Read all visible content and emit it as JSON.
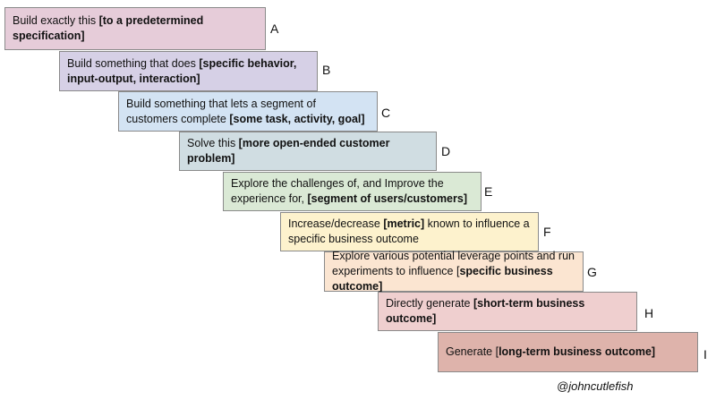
{
  "steps": [
    {
      "letter": "A",
      "color": "#e6ccd9",
      "text": "Build exactly this ",
      "bold": "[to a predetermined specification]",
      "after": ""
    },
    {
      "letter": "B",
      "color": "#d6d0e6",
      "text": "Build something that does ",
      "bold": "[specific behavior, input-output, interaction]",
      "after": ""
    },
    {
      "letter": "C",
      "color": "#d3e3f3",
      "text": "Build something that lets a segment of customers complete ",
      "bold": "[some task, activity, goal]",
      "after": ""
    },
    {
      "letter": "D",
      "color": "#d0dde2",
      "text": "Solve this ",
      "bold": "[more open-ended customer problem]",
      "after": ""
    },
    {
      "letter": "E",
      "color": "#dae9d5",
      "text": "Explore the challenges of, and Improve the experience for, ",
      "bold": "[segment of users/customers]",
      "after": ""
    },
    {
      "letter": "F",
      "color": "#fdf2cd",
      "text": "Increase/decrease ",
      "bold": "[metric]",
      "after": " known to influence a specific business outcome"
    },
    {
      "letter": "G",
      "color": "#fbe5d1",
      "text": "Explore various potential leverage points and run experiments to influence [",
      "bold": "specific business outcome]",
      "after": ""
    },
    {
      "letter": "H",
      "color": "#efcfcf",
      "text": "Directly generate ",
      "bold": "[short-term business outcome]",
      "after": ""
    },
    {
      "letter": "I",
      "color": "#deb3ab",
      "text": "Generate [",
      "bold": "long-term business outcome]",
      "after": ""
    }
  ],
  "credit": "@johncutlefish"
}
